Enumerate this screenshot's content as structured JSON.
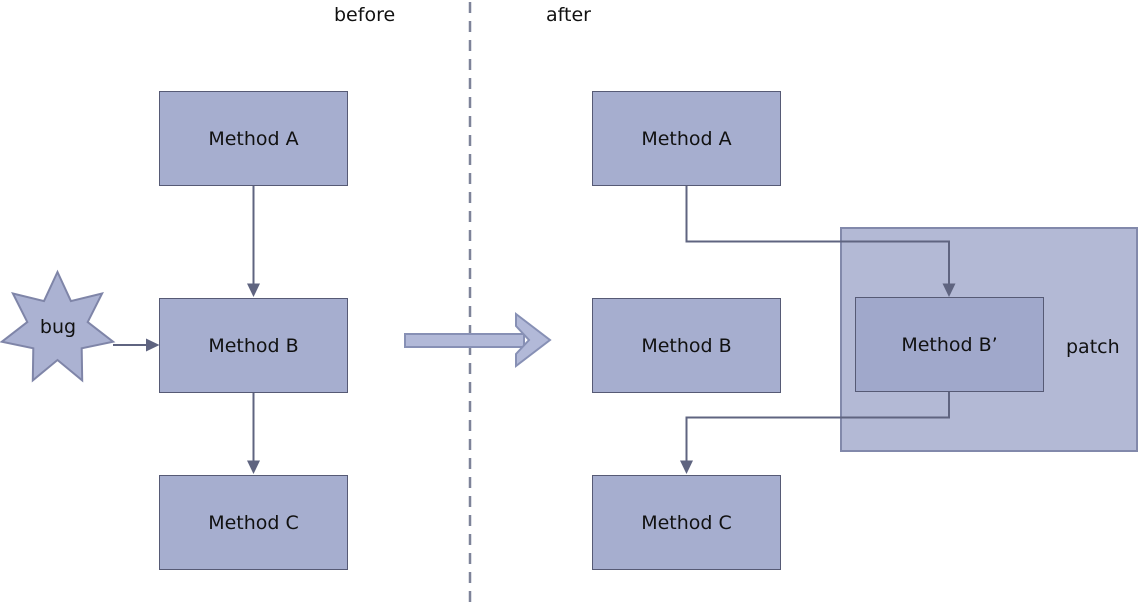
{
  "title_labels": {
    "before": "before",
    "after": "after"
  },
  "before_panel": {
    "boxes": [
      {
        "label": "Method A"
      },
      {
        "label": "Method B"
      },
      {
        "label": "Method C"
      }
    ],
    "bug_label": "bug"
  },
  "after_panel": {
    "boxes": [
      {
        "label": "Method A"
      },
      {
        "label": "Method B"
      },
      {
        "label": "Method C"
      }
    ],
    "patched_box": {
      "label": "Method B’"
    },
    "patch_label": "patch"
  },
  "colors": {
    "background": "#ffffff",
    "box_fill": "#a6aecf",
    "box_border": "#565a75",
    "prime_fill": "#a0a8cb",
    "patch_fill": "#b3b9d5",
    "patch_border": "#8289ab",
    "star_fill": "#abb2d2",
    "star_stroke": "#7f85a8",
    "connector": "#5f6480",
    "divider": "#7e8399",
    "arrow_fill": "#b2b9d8",
    "arrow_stroke": "#8790b5",
    "text": "#111111"
  }
}
